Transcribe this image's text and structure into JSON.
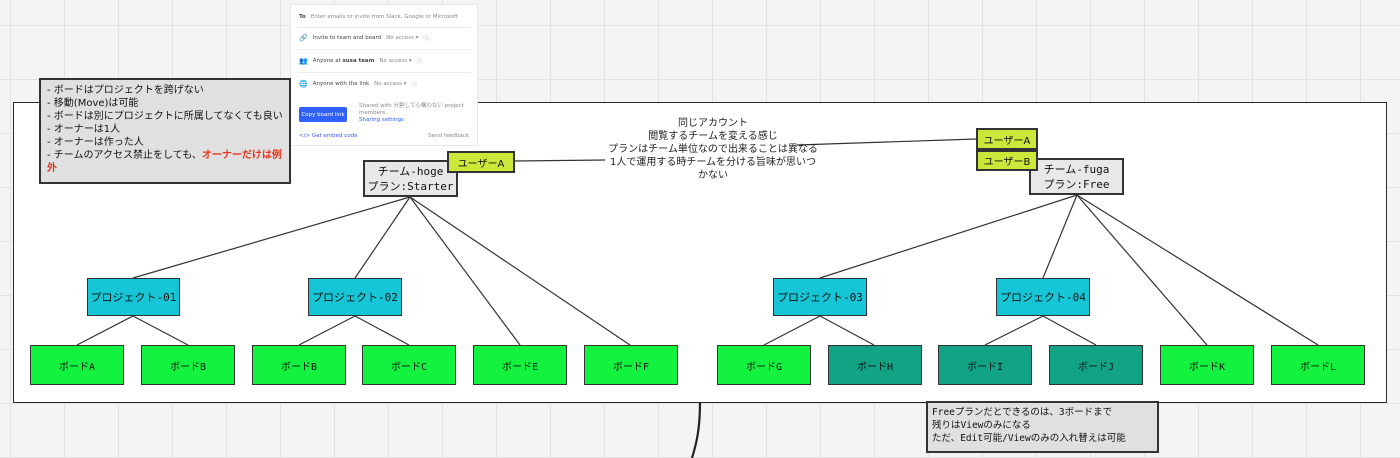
{
  "share_panel": {
    "to_label": "To",
    "to_placeholder": "Enter emails or invite from Slack, Google or Microsoft",
    "row1_label": "Invite to team and board",
    "row1_access": "No access ▾",
    "row2_label_pre": "Anyone at ",
    "row2_label_team": "susa team",
    "row2_access": "No access ▾",
    "row3_label": "Anyone with the link",
    "row3_access": "No access ▾",
    "copy_button": "Copy board link",
    "shared_text": "Shared with 分割して心構わない project members.",
    "sharing_settings": "Sharing settings",
    "embed_code": "Get embed code",
    "feedback": "Send feedback"
  },
  "notes": {
    "rules": [
      "ボードはプロジェクトを跨げない",
      "移動(Move)は可能",
      "ボードは別にプロジェクトに所属してなくても良い",
      "オーナーは1人",
      "オーナーは作った人"
    ],
    "rule_last_pre": "チームのアクセス禁止をしても、",
    "rule_last_emph": "オーナーだけは例外",
    "center_lines": [
      "同じアカウント",
      "閲覧するチームを変える感じ",
      "プランはチーム単位なので出来ることは異なる",
      "1人で運用する時チームを分ける旨味が思いつ",
      "かない"
    ],
    "free_plan_lines": [
      "Freeプランだとできるのは、3ボードまで",
      "残りはViewのみになる",
      "ただ、Edit可能/Viewのみの入れ替えは可能"
    ]
  },
  "teams": {
    "hoge": {
      "name": "チーム-hoge",
      "plan": "プラン:Starter"
    },
    "fuga": {
      "name": "チーム-fuga",
      "plan": "プラン:Free"
    }
  },
  "users": {
    "a1": "ユーザーA",
    "a2": "ユーザーA",
    "b": "ユーザーB"
  },
  "projects": [
    "プロジェクト-01",
    "プロジェクト-02",
    "プロジェクト-03",
    "プロジェクト-04"
  ],
  "boards": [
    "ボードA",
    "ボードB",
    "ボードB",
    "ボードC",
    "ボードE",
    "ボードF",
    "ボードG",
    "ボードH",
    "ボードI",
    "ボードJ",
    "ボードK",
    "ボードL"
  ],
  "colors": {
    "user": "#cce63a",
    "project": "#17c6d6",
    "board_edit": "#12f23e",
    "board_view": "#12a284",
    "emphasis": "#e8341c"
  }
}
